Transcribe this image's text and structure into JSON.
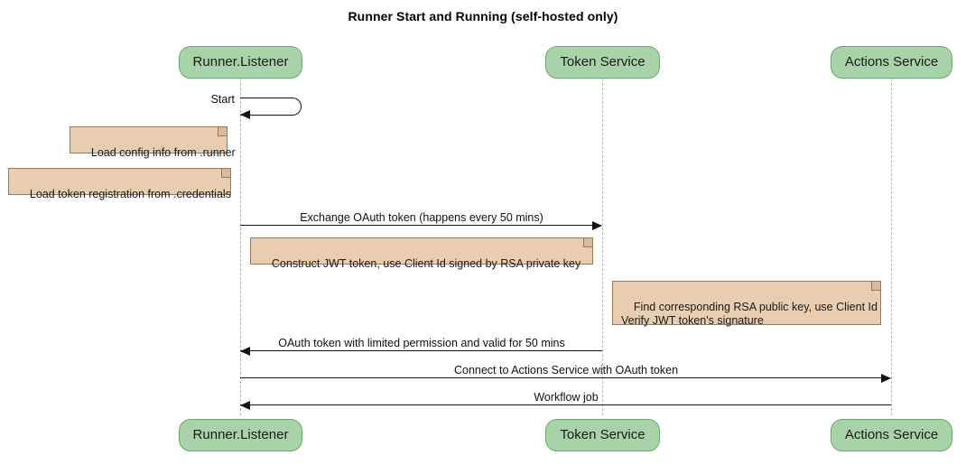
{
  "diagram": {
    "title": "Runner Start and Running (self-hosted only)",
    "type": "sequence-diagram",
    "colors": {
      "participant_fill": "#a8d3a9",
      "participant_border": "#6aa86c",
      "note_fill": "#e8cdb1",
      "note_border": "#9a7a55",
      "lifeline": "#b8b8b8",
      "arrow": "#151515",
      "background": "#ffffff"
    }
  },
  "participants": [
    {
      "id": "runner",
      "label": "Runner.Listener"
    },
    {
      "id": "token",
      "label": "Token Service"
    },
    {
      "id": "actions",
      "label": "Actions Service"
    }
  ],
  "participants_bottom": [
    {
      "id": "runner",
      "label": "Runner.Listener"
    },
    {
      "id": "token",
      "label": "Token Service"
    },
    {
      "id": "actions",
      "label": "Actions Service"
    }
  ],
  "messages": [
    {
      "id": "start",
      "label": "Start",
      "from": "runner",
      "to": "runner",
      "kind": "self",
      "direction": "left"
    },
    {
      "id": "exchange-oauth-token",
      "label": "Exchange OAuth token (happens every 50 mins)",
      "from": "runner",
      "to": "token",
      "kind": "solid",
      "direction": "right"
    },
    {
      "id": "oauth-token-return",
      "label": "OAuth token with limited permission and valid for 50 mins",
      "from": "token",
      "to": "runner",
      "kind": "solid",
      "direction": "left"
    },
    {
      "id": "connect-actions-service",
      "label": "Connect to Actions Service with OAuth token",
      "from": "runner",
      "to": "actions",
      "kind": "solid",
      "direction": "right"
    },
    {
      "id": "workflow-job",
      "label": "Workflow job",
      "from": "actions",
      "to": "runner",
      "kind": "solid",
      "direction": "left"
    }
  ],
  "notes": [
    {
      "id": "load-config",
      "text": "Load config info from .runner",
      "anchor": "runner-left"
    },
    {
      "id": "load-token-registration",
      "text": "Load token registration from .credentials",
      "anchor": "runner-left"
    },
    {
      "id": "construct-jwt",
      "text": "Construct JWT token, use Client Id signed by RSA private key",
      "anchor": "runner-right"
    },
    {
      "id": "verify-jwt",
      "text": "Find corresponding RSA public key, use Client Id\nVerify JWT token's signature",
      "anchor": "token-right"
    }
  ]
}
